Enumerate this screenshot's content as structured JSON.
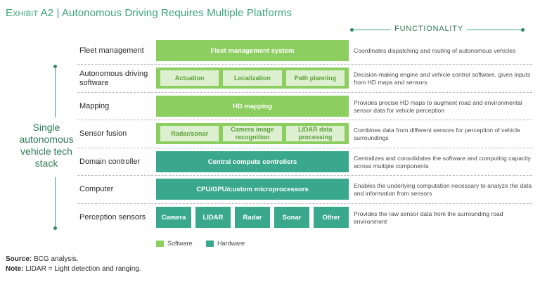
{
  "title": {
    "exhibit": "Exhibit A2",
    "separator": "|",
    "text": "Autonomous Driving Requires Multiple Platforms"
  },
  "functionality_header": "FUNCTIONALITY",
  "stack_label": "Single autonomous vehicle tech stack",
  "rows": [
    {
      "label": "Fleet management",
      "type": "software",
      "box": "Fleet management system",
      "desc": "Coordinates dispatching and routing of autonomous vehicles"
    },
    {
      "label": "Autonomous driving software",
      "type": "software",
      "subs": [
        "Actuation",
        "Localization",
        "Path planning"
      ],
      "desc": "Decision-making engine and vehicle control software, given inputs from HD maps and sensors"
    },
    {
      "label": "Mapping",
      "type": "software",
      "box": "HD mapping",
      "desc": "Provides precise HD maps to augment road and environmental sensor data for vehicle perception"
    },
    {
      "label": "Sensor fusion",
      "type": "software",
      "subs": [
        "Radar/sonar",
        "Camera image recognition",
        "LIDAR data processing"
      ],
      "desc": "Combines data from different sensors for perception of vehicle surroundings"
    },
    {
      "label": "Domain controller",
      "type": "hardware",
      "box": "Central compute controllers",
      "desc": "Centralizes and consolidates the software and computing capacity across multiple components"
    },
    {
      "label": "Computer",
      "type": "hardware",
      "box": "CPU/GPU/custom microprocessors",
      "desc": "Enables the underlying computation necessary to analyze the data and information from sensors"
    },
    {
      "label": "Perception sensors",
      "type": "hardware",
      "chips": [
        "Camera",
        "LIDAR",
        "Radar",
        "Sonar",
        "Other"
      ],
      "desc": "Provides the raw sensor data from the surrounding road environment"
    }
  ],
  "legend": {
    "software": "Software",
    "hardware": "Hardware"
  },
  "colors": {
    "software": "#8ccf60",
    "software_sub": "#dcefcf",
    "hardware": "#3aa88d",
    "accent": "#3aa479"
  },
  "footer": {
    "source_label": "Source:",
    "source_text": "BCG analysis.",
    "note_label": "Note:",
    "note_text": "LIDAR = Light detection and ranging."
  }
}
